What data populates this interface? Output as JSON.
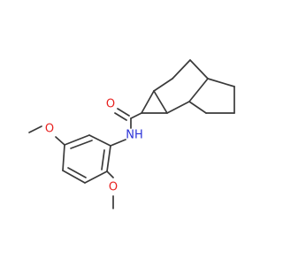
{
  "molecule": {
    "atom_labels": {
      "oxygen_carbonyl": "O",
      "nitrogen_amide": "NH",
      "oxygen_methoxy_top": "O",
      "oxygen_methoxy_bottom": "O"
    },
    "colors": {
      "bond": "#3a3a3a",
      "oxygen": "#e8211f",
      "nitrogen": "#2a32d8"
    }
  }
}
